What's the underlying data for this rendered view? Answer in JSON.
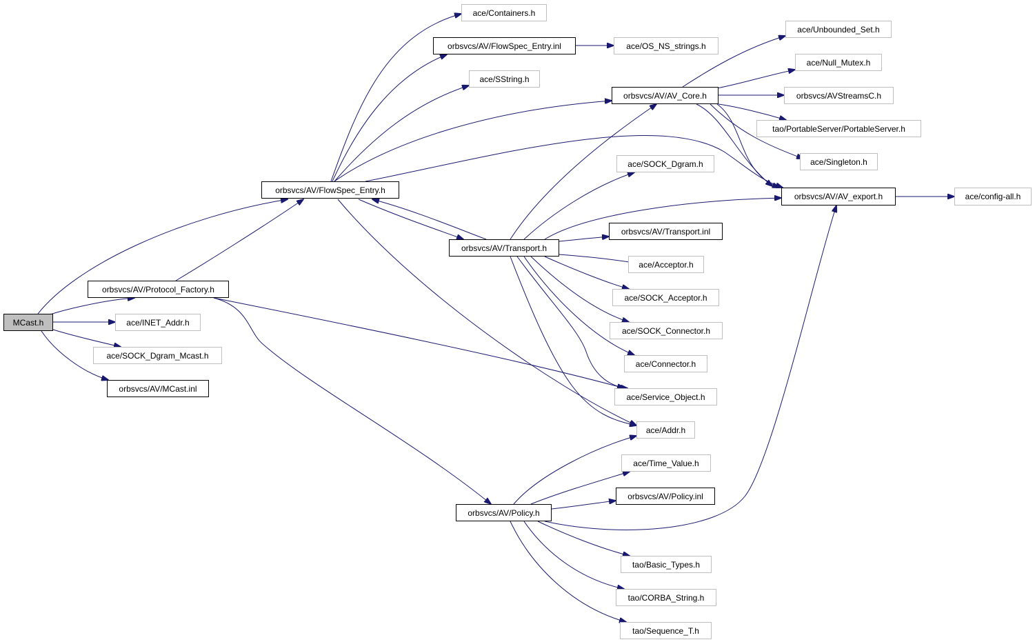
{
  "colors": {
    "edge": "#191970",
    "documented_border": "#000000",
    "undocumented_border": "#bfbfbf",
    "root_fill": "#bfbfbf"
  },
  "nodes": {
    "mcast_h": "MCast.h",
    "flowspec_entry_h": "orbsvcs/AV/FlowSpec_Entry.h",
    "protocol_factory_h": "orbsvcs/AV/Protocol_Factory.h",
    "inet_addr_h": "ace/INET_Addr.h",
    "sock_dgram_mcast_h": "ace/SOCK_Dgram_Mcast.h",
    "mcast_inl": "orbsvcs/AV/MCast.inl",
    "containers_h": "ace/Containers.h",
    "flowspec_entry_inl": "orbsvcs/AV/FlowSpec_Entry.inl",
    "os_ns_strings_h": "ace/OS_NS_strings.h",
    "sstring_h": "ace/SString.h",
    "av_core_h": "orbsvcs/AV/AV_Core.h",
    "unbounded_set_h": "ace/Unbounded_Set.h",
    "null_mutex_h": "ace/Null_Mutex.h",
    "avstreamsc_h": "orbsvcs/AVStreamsC.h",
    "portableserver_h": "tao/PortableServer/PortableServer.h",
    "singleton_h": "ace/Singleton.h",
    "av_export_h": "orbsvcs/AV/AV_export.h",
    "config_all_h": "ace/config-all.h",
    "sock_dgram_h": "ace/SOCK_Dgram.h",
    "transport_h": "orbsvcs/AV/Transport.h",
    "transport_inl": "orbsvcs/AV/Transport.inl",
    "acceptor_h": "ace/Acceptor.h",
    "sock_acceptor_h": "ace/SOCK_Acceptor.h",
    "sock_connector_h": "ace/SOCK_Connector.h",
    "connector_h": "ace/Connector.h",
    "service_object_h": "ace/Service_Object.h",
    "addr_h": "ace/Addr.h",
    "time_value_h": "ace/Time_Value.h",
    "policy_h": "orbsvcs/AV/Policy.h",
    "policy_inl": "orbsvcs/AV/Policy.inl",
    "basic_types_h": "tao/Basic_Types.h",
    "corba_string_h": "tao/CORBA_String.h",
    "sequence_t_h": "tao/Sequence_T.h"
  }
}
